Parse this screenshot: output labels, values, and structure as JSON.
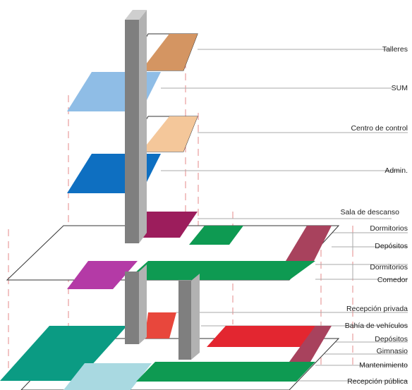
{
  "labels": {
    "talleres": "Talleres",
    "sum": "SUM",
    "centro_control": "Centro de control",
    "admin": "Admin.",
    "sala_descanso": "Sala de descanso",
    "dormitorios_upper": "Dormitorios",
    "depositos_upper": "Depósitos",
    "dormitorios_lower": "Dormitorios",
    "comedor": "Comedor",
    "recepcion_privada": "Recepción privada",
    "bahia_vehiculos": "Bahía de vehículos",
    "depositos_lower": "Depósitos",
    "gimnasio": "Gimnasio",
    "mantenimiento": "Mantenimiento",
    "recepcion_publica": "Recepción pública"
  },
  "colors": {
    "talleres": "#d49562",
    "sum": "#8fbde6",
    "centro_control": "#f4c79a",
    "admin": "#0e6fc1",
    "sala_descanso": "#9c1d5c",
    "dormitorios": "#0e9a52",
    "depositos_upper": "#a8425d",
    "comedor": "#b43aa6",
    "recepcion_privada": "#e8473c",
    "depositos_lower_red": "#e32630",
    "depositos_lower_mauve": "#a8425d",
    "teal": "#0b9b83",
    "light_teal": "#a9d9e1",
    "core_front": "#7f7f7f",
    "core_side": "#b2b2b2"
  }
}
